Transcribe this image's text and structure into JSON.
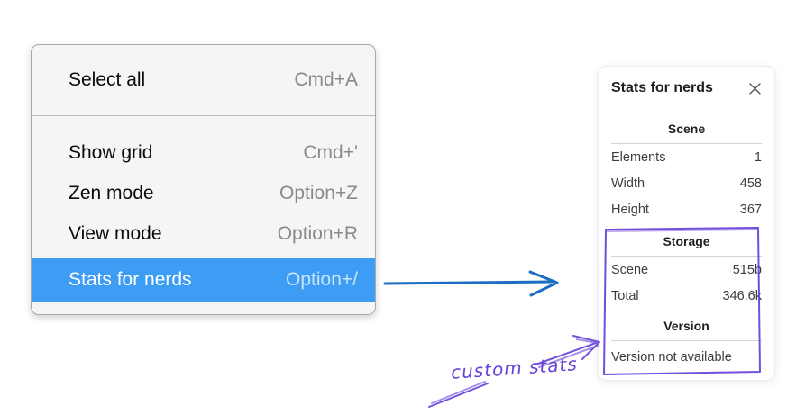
{
  "colors": {
    "menu_highlight": "#3d9df5",
    "flow_arrow_blue": "#1b6ec2",
    "annotation_violet": "#6741d9",
    "panel_background": "#ffffff",
    "menu_background": "#f5f5f6"
  },
  "menu": {
    "items": [
      {
        "label": "Select all",
        "shortcut": "Cmd+A"
      },
      {
        "label": "Show grid",
        "shortcut": "Cmd+'"
      },
      {
        "label": "Zen mode",
        "shortcut": "Option+Z"
      },
      {
        "label": "View mode",
        "shortcut": "Option+R"
      },
      {
        "label": "Stats for nerds",
        "shortcut": "Option+/"
      }
    ]
  },
  "stats_panel": {
    "title": "Stats for nerds",
    "scene": {
      "heading": "Scene",
      "rows": [
        {
          "label": "Elements",
          "value": "1"
        },
        {
          "label": "Width",
          "value": "458"
        },
        {
          "label": "Height",
          "value": "367"
        }
      ]
    },
    "storage": {
      "heading": "Storage",
      "rows": [
        {
          "label": "Scene",
          "value": "515b"
        },
        {
          "label": "Total",
          "value": "346.6k"
        }
      ]
    },
    "version": {
      "heading": "Version",
      "note": "Version not available"
    }
  },
  "annotation": {
    "label": "custom stats"
  }
}
